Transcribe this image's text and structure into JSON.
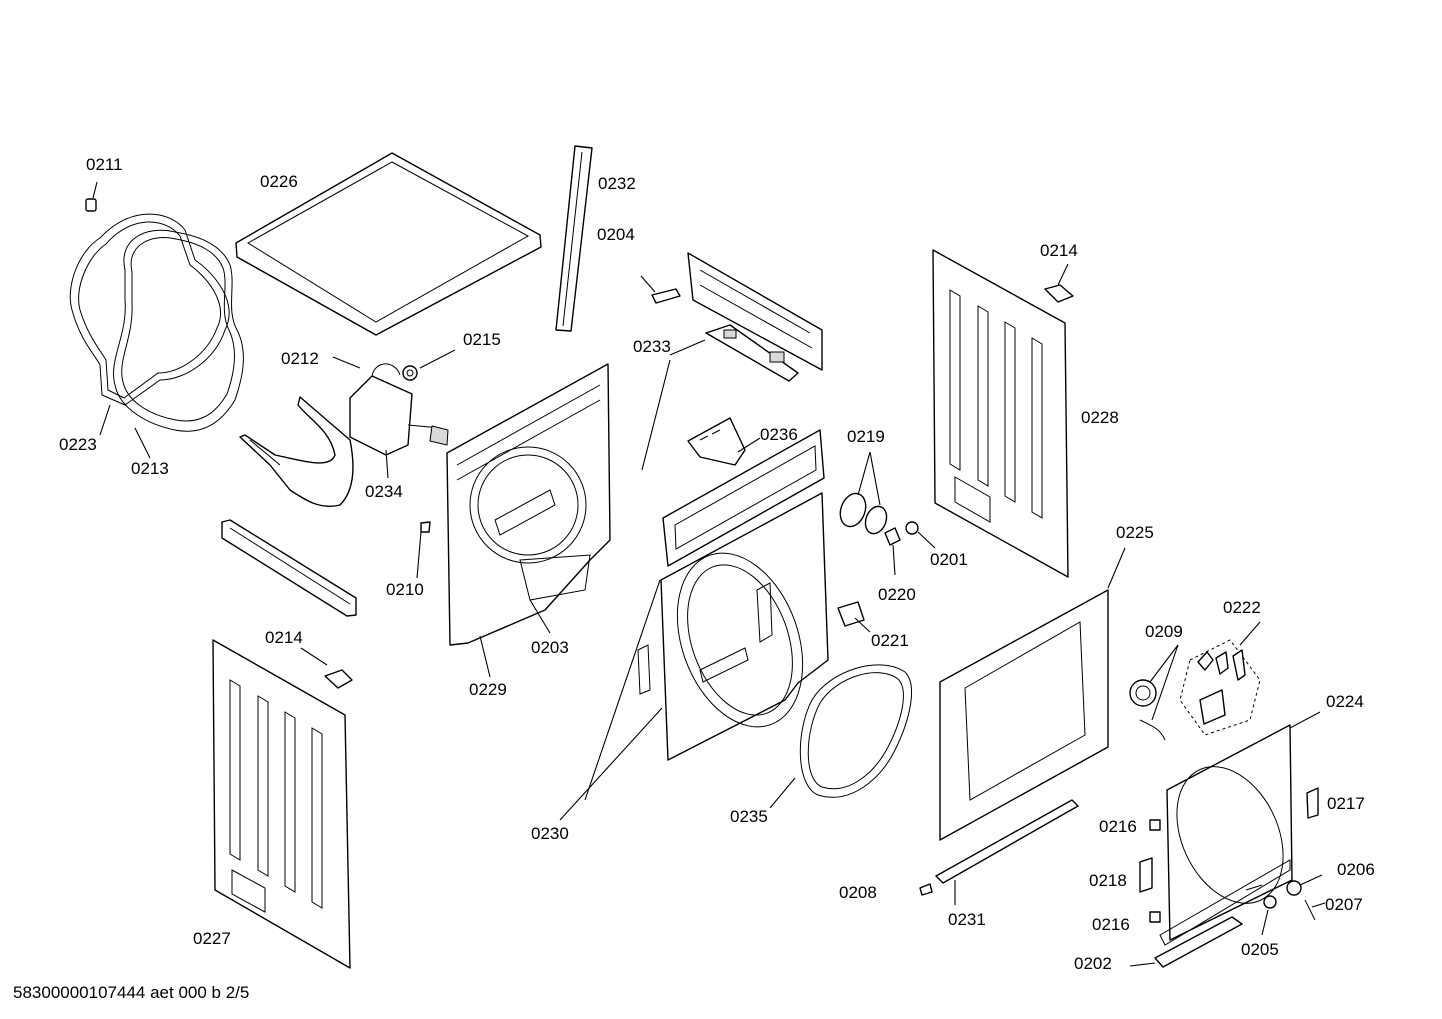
{
  "diagram": {
    "footer": "58300000107444 aet 000 b 2/5",
    "labels": {
      "p0211": "0211",
      "p0226": "0226",
      "p0232": "0232",
      "p0204": "0204",
      "p0214a": "0214",
      "p0212": "0212",
      "p0215": "0215",
      "p0233": "0233",
      "p0228": "0228",
      "p0223": "0223",
      "p0213": "0213",
      "p0236": "0236",
      "p0219": "0219",
      "p0234": "0234",
      "p0210": "0210",
      "p0203": "0203",
      "p0201": "0201",
      "p0225": "0225",
      "p0220": "0220",
      "p0214b": "0214",
      "p0221": "0221",
      "p0222": "0222",
      "p0229": "0229",
      "p0209": "0209",
      "p0224": "0224",
      "p0217": "0217",
      "p0216a": "0216",
      "p0230": "0230",
      "p0235": "0235",
      "p0206": "0206",
      "p0218": "0218",
      "p0208": "0208",
      "p0231": "0231",
      "p0207": "0207",
      "p0216b": "0216",
      "p0227": "0227",
      "p0205": "0205",
      "p0202": "0202"
    }
  }
}
